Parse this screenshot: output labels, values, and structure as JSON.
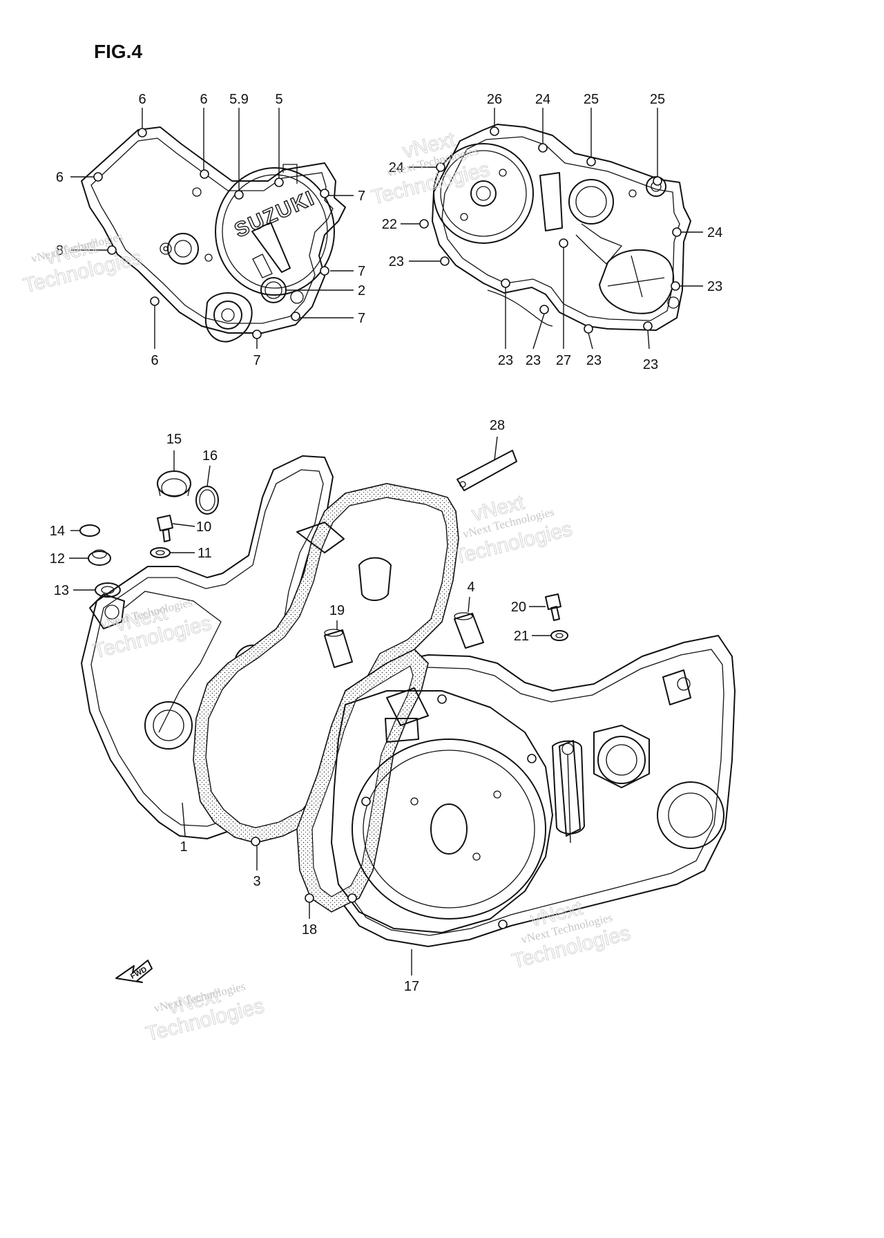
{
  "figure": {
    "title": "FIG.4"
  },
  "cover_logo": "SUZUKI",
  "fwd_label": "FWD",
  "watermark": {
    "line1": "vNext",
    "line2": "vNext Technologies",
    "line3": "Technologies"
  },
  "left_cover_callouts": [
    "6",
    "6",
    "5.9",
    "5",
    "6",
    "8",
    "6",
    "7",
    "7",
    "2",
    "7",
    "7"
  ],
  "right_cover_callouts": [
    "26",
    "24",
    "25",
    "25",
    "24",
    "22",
    "23",
    "24",
    "23",
    "23",
    "23",
    "27",
    "23",
    "23"
  ],
  "crankcase_callouts": [
    "28",
    "15",
    "16",
    "14",
    "10",
    "12",
    "11",
    "13",
    "4",
    "20",
    "19",
    "21",
    "1",
    "3",
    "18",
    "17"
  ]
}
